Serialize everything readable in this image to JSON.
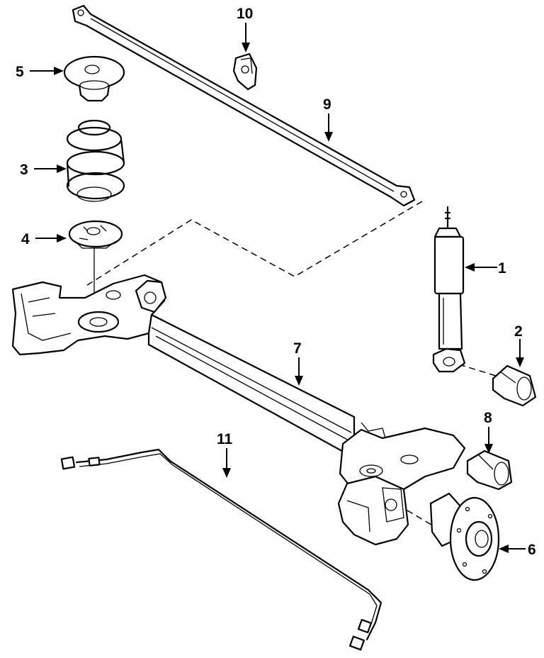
{
  "diagram": {
    "callouts": [
      {
        "id": "1",
        "text": "1"
      },
      {
        "id": "2",
        "text": "2"
      },
      {
        "id": "3",
        "text": "3"
      },
      {
        "id": "4",
        "text": "4"
      },
      {
        "id": "5",
        "text": "5"
      },
      {
        "id": "6",
        "text": "6"
      },
      {
        "id": "7",
        "text": "7"
      },
      {
        "id": "8",
        "text": "8"
      },
      {
        "id": "9",
        "text": "9"
      },
      {
        "id": "10",
        "text": "10"
      },
      {
        "id": "11",
        "text": "11"
      }
    ]
  }
}
